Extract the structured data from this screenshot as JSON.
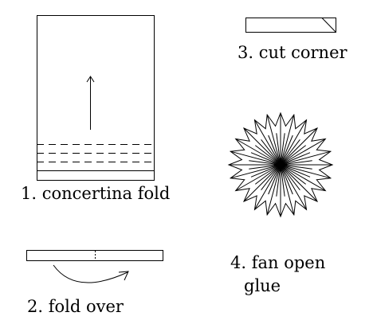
{
  "steps": [
    {
      "label": "1. concertina fold"
    },
    {
      "label": "2. fold over"
    },
    {
      "label": "3. cut corner"
    },
    {
      "label_line1": "4. fan open",
      "label_line2": "glue"
    }
  ],
  "fan": {
    "spokes": 24
  }
}
